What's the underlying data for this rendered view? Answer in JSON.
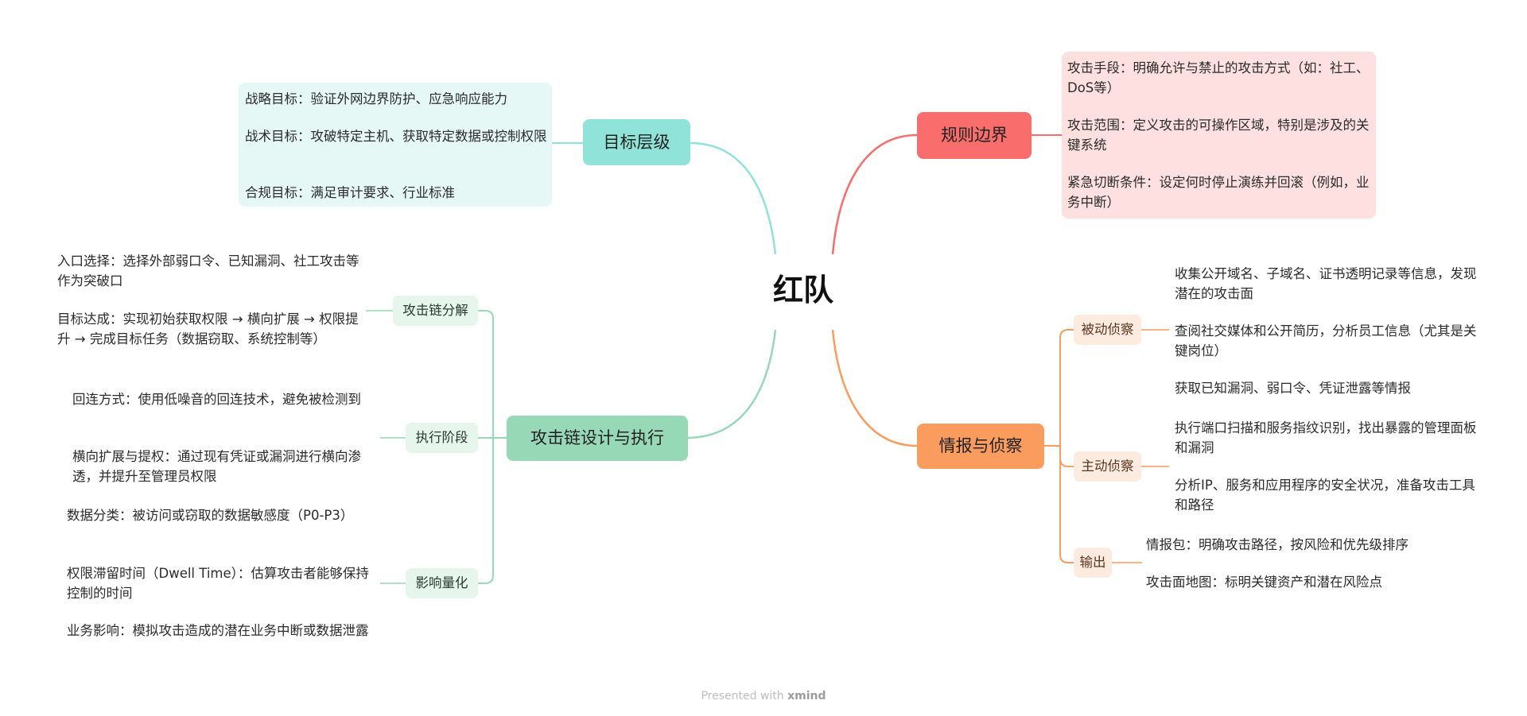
{
  "root": {
    "title": "红队"
  },
  "goal": {
    "title": "目标层级",
    "items": [
      "战略目标：验证外网边界防护、应急响应能力",
      "战术目标：攻破特定主机、获取特定数据或控制权限",
      "合规目标：满足审计要求、行业标准"
    ]
  },
  "rule": {
    "title": "规则边界",
    "items": [
      "攻击手段：明确允许与禁止的攻击方式（如：社工、DoS等）",
      "攻击范围：定义攻击的可操作区域，特别是涉及的关键系统",
      "紧急切断条件：设定何时停止演练并回滚（例如，业务中断）"
    ]
  },
  "chain": {
    "title": "攻击链设计与执行",
    "groups": [
      {
        "label": "攻击链分解",
        "items": [
          "入口选择：选择外部弱口令、已知漏洞、社工攻击等作为突破口",
          "目标达成：实现初始获取权限 → 横向扩展 → 权限提升 → 完成目标任务（数据窃取、系统控制等）"
        ]
      },
      {
        "label": "执行阶段",
        "items": [
          "回连方式：使用低噪音的回连技术，避免被检测到",
          "横向扩展与提权：通过现有凭证或漏洞进行横向渗透，并提升至管理员权限"
        ]
      },
      {
        "label": "影响量化",
        "items": [
          "数据分类：被访问或窃取的数据敏感度（P0-P3）",
          "权限滞留时间（Dwell Time）：估算攻击者能够保持控制的时间",
          "业务影响：模拟攻击造成的潜在业务中断或数据泄露"
        ]
      }
    ]
  },
  "intel": {
    "title": "情报与侦察",
    "groups": [
      {
        "label": "被动侦察",
        "items": [
          "收集公开域名、子域名、证书透明记录等信息，发现潜在的攻击面",
          "查阅社交媒体和公开简历，分析员工信息（尤其是关键岗位）"
        ]
      },
      {
        "label": "主动侦察",
        "items": [
          "获取已知漏洞、弱口令、凭证泄露等情报",
          "执行端口扫描和服务指纹识别，找出暴露的管理面板和漏洞",
          "分析IP、服务和应用程序的安全状况，准备攻击工具和路径"
        ]
      },
      {
        "label": "输出",
        "items": [
          "情报包：明确攻击路径，按风险和优先级排序",
          "攻击面地图：标明关键资产和潜在风险点"
        ]
      }
    ]
  },
  "footer": {
    "prefix": "Presented with",
    "brand": "xmind"
  },
  "colors": {
    "goal": "#8fe3d8",
    "rule": "#f96d6d",
    "chain": "#97d8b6",
    "intel": "#fb9c5f"
  }
}
